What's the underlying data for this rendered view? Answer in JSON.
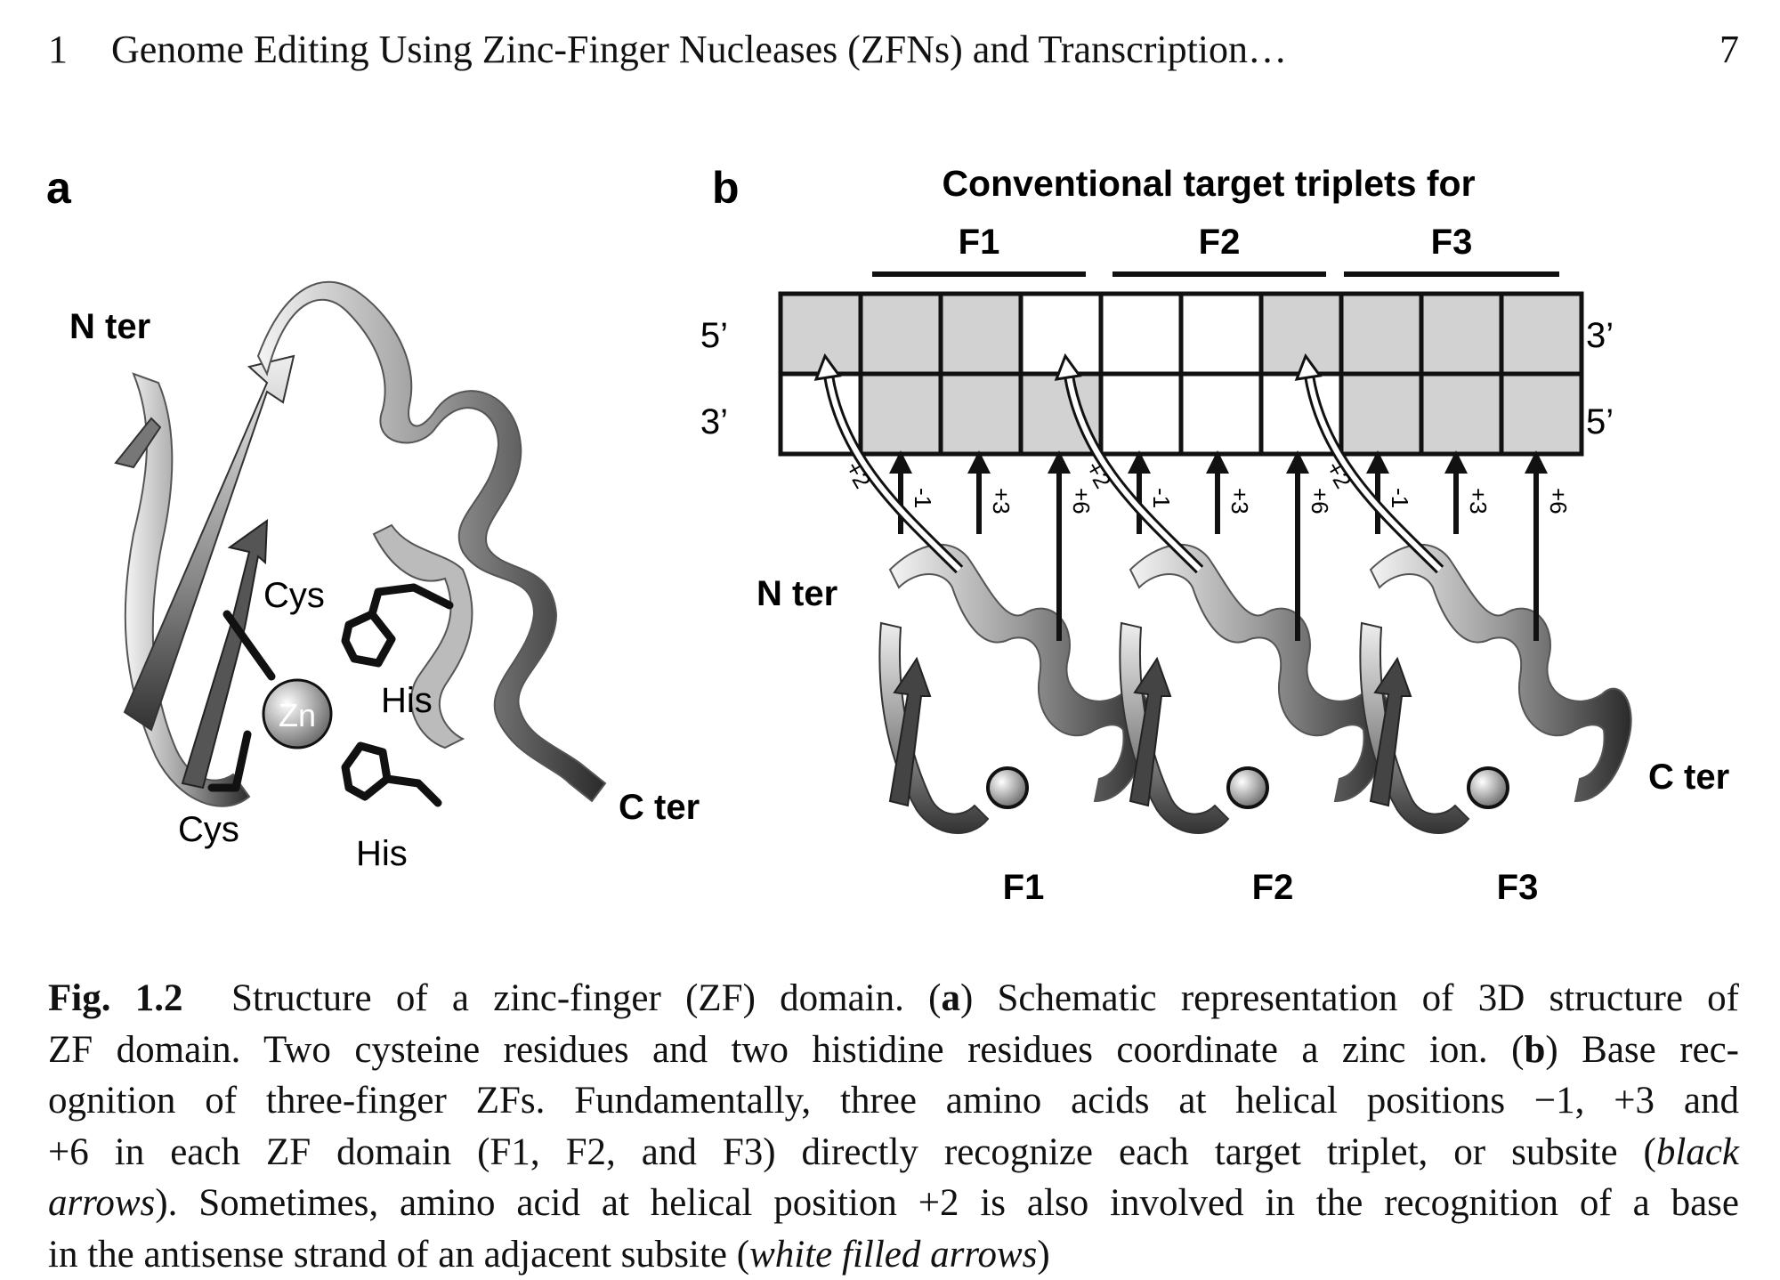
{
  "running_head": {
    "chapter_number": "1",
    "title": "Genome Editing Using Zinc-Finger Nucleases (ZFNs) and Transcription…",
    "page_number": "7"
  },
  "figure": {
    "panel_a": {
      "label": "a",
      "n_ter": "N ter",
      "c_ter": "C ter",
      "cys_top": "Cys",
      "cys_bottom": "Cys",
      "his_top": "His",
      "his_bottom": "His",
      "zn": "Zn"
    },
    "panel_b": {
      "label": "b",
      "title": "Conventional target triplets for",
      "triplet_labels": [
        "F1",
        "F2",
        "F3"
      ],
      "strand_top_left": "5’",
      "strand_top_right": "3’",
      "strand_bottom_left": "3’",
      "strand_bottom_right": "5’",
      "top_row_shaded": [
        true,
        true,
        true,
        false,
        false,
        false,
        true,
        true,
        true,
        true
      ],
      "bottom_row_shaded": [
        false,
        true,
        true,
        true,
        false,
        false,
        false,
        true,
        true,
        true
      ],
      "position_labels": [
        "+2",
        "-1",
        "+3",
        "+6"
      ],
      "n_ter": "N ter",
      "c_ter": "C ter",
      "finger_labels": [
        "F1",
        "F2",
        "F3"
      ]
    }
  },
  "caption": {
    "fig_label": "Fig. 1.2",
    "l1": "Structure of a zinc-finger (ZF) domain. (",
    "l1_a": "a",
    "l1_end": ") Schematic representation of 3D structure of",
    "l2": "ZF domain. Two cysteine residues and two histidine residues coordinate a zinc ion. (",
    "l2_b": "b",
    "l2_end": ") Base rec-",
    "l3": "ognition of three-finger ZFs. Fundamentally, three amino acids at helical positions −1, +3 and",
    "l4": "+6 in each ZF domain (F1, F2, and F3) directly recognize each target triplet, or subsite (",
    "l4_it": "black",
    "l5_it": "arrows",
    "l5": "). Sometimes, amino acid at helical position +2 is also involved in the recognition of a base",
    "l6": "in the antisense strand of an adjacent subsite (",
    "l6_it": "white filled arrows",
    "l6_end": ")"
  }
}
